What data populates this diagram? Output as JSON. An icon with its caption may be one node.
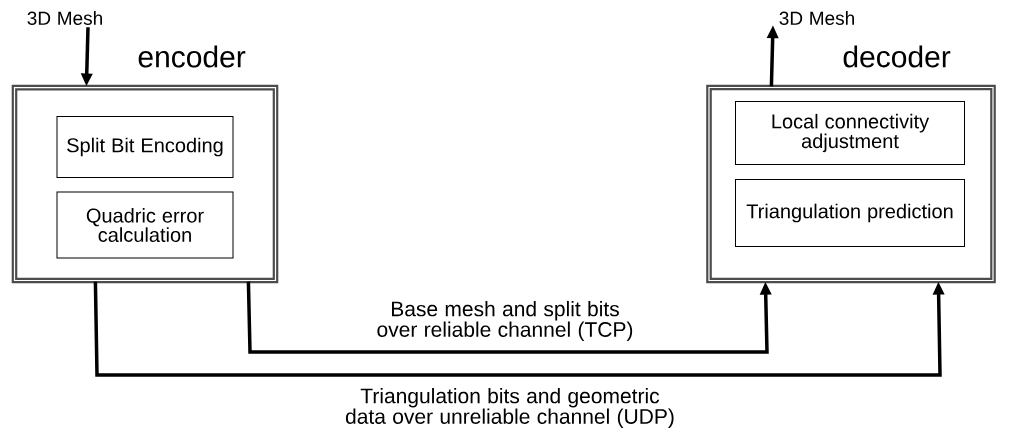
{
  "diagram": {
    "nodes": [
      {
        "text": [
          "encoder"
        ]
      },
      {
        "text": [
          "Split Bit Encoding"
        ],
        "in": 0
      },
      {
        "text": [
          "Quadric error calculation"
        ],
        "in": 0
      },
      {
        "text": [
          "decoder"
        ]
      },
      {
        "text": [
          "Local connectivity adjustment"
        ],
        "in": 3
      },
      {
        "text": [
          "Triangulation prediction"
        ],
        "in": 3
      },
      {
        "text": [
          "3D Mesh"
        ]
      },
      {
        "text": [
          "3D Mesh"
        ]
      }
    ],
    "edges": [
      {
        "from": 0,
        "to": 3,
        "arrow": "to",
        "label": "Base mesh and split bits over reliable channel (TCP)"
      },
      {
        "from": 0,
        "to": 3,
        "arrow": "to",
        "label": "Triangulation bits and geometric data over unreliable channel (UDP)"
      },
      {
        "from": 6,
        "to": 0,
        "arrow": "to"
      },
      {
        "from": 3,
        "to": 7,
        "arrow": "to"
      }
    ]
  }
}
